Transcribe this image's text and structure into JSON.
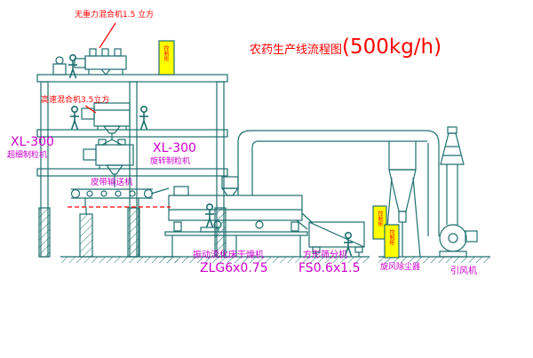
{
  "diagram": {
    "title": "农药生产线流程图",
    "capacity": "(500kg/h)"
  },
  "labels": {
    "gravity_mixer": "无重力混合机1.5 立方",
    "high_speed_mixer": "高速混合机3.5立方",
    "granulator_left_model": "XL-300",
    "granulator_left_name": "超细制粒机",
    "granulator_mid_model": "XL-300",
    "granulator_mid_name": "旋转制粒机",
    "belt_conveyor": "皮带输送机",
    "dryer_name": "振动流化床干燥机",
    "dryer_model": "ZLG6x0.75",
    "sieve_name": "方形筛分机",
    "sieve_model": "FS0.6x1.5",
    "cyclone": "旋风除尘器",
    "fan": "引风机",
    "control_cabinet": "控制柜"
  },
  "colors": {
    "line": "#1e6f6f",
    "title_red": "#ff0000",
    "label_magenta": "#cc00cc",
    "cabinet_yellow": "#ffff00",
    "background": "#ffffff"
  }
}
